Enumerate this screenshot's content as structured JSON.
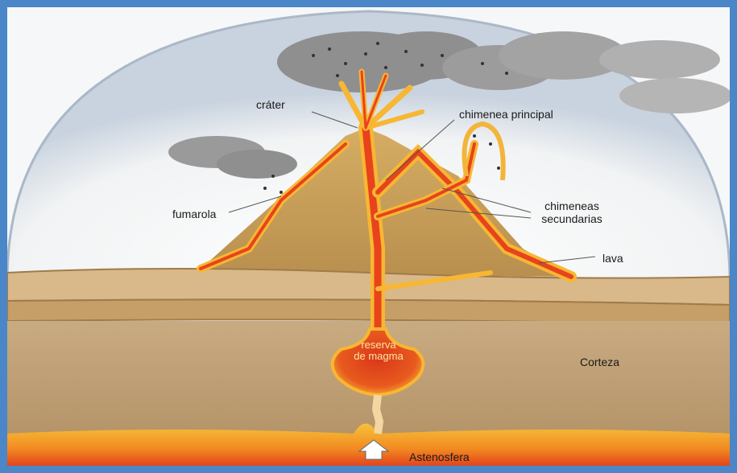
{
  "labels": {
    "crater": "cráter",
    "chimenea_principal": "chimenea principal",
    "fumarola": "fumarola",
    "chimeneas_line1": "chimeneas",
    "chimeneas_line2": "secundarias",
    "lava": "lava",
    "reserva_line1": "reserva",
    "reserva_line2": "de magma",
    "corteza": "Corteza",
    "astenosfera": "Astenosfera"
  },
  "colors": {
    "frame": "#4a86c8",
    "sky": "#e9eef3",
    "volcano": "#c9a15c",
    "magma": "#e8431c",
    "lava_glow": "#f7b733",
    "crust": "#c7a57a",
    "smoke": "#8c8c8c"
  }
}
